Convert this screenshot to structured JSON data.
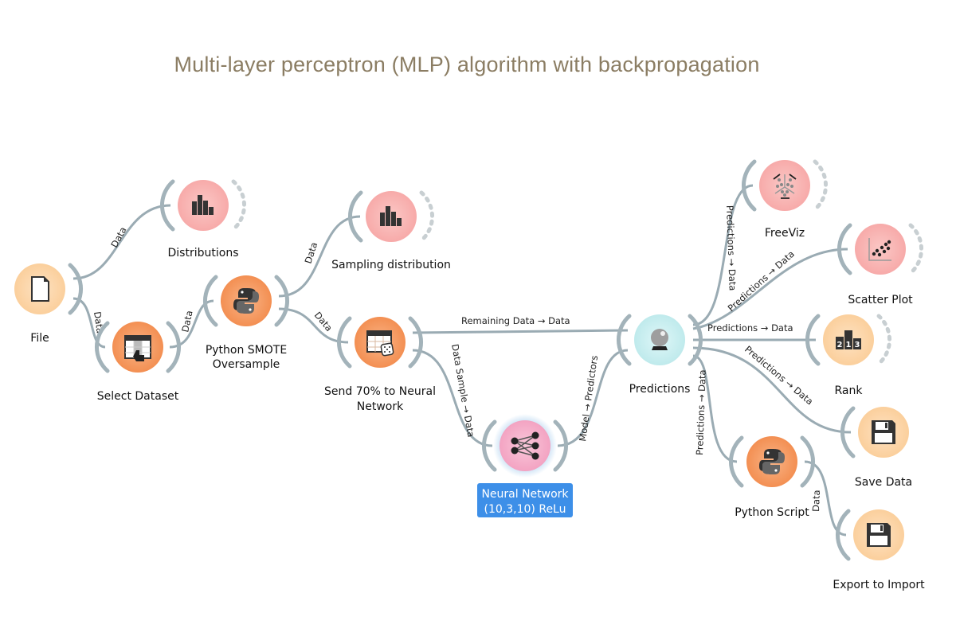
{
  "title": "Multi-layer perceptron (MLP) algorithm with backpropagation",
  "colors": {
    "title": "#8b7d63",
    "data_widget": "#fbd3a6",
    "transform_widget": "#f69a5e",
    "visualize_widget": "#f9b5b5",
    "model_widget": "#f6b0cc",
    "evaluate_widget": "#c7eef0",
    "link": "#9aabb3",
    "selection": "#3d8fe8"
  },
  "nodes": [
    {
      "id": "file",
      "label": [
        "File"
      ],
      "icon": "file-icon",
      "category": "data_widget"
    },
    {
      "id": "distributions",
      "label": [
        "Distributions"
      ],
      "icon": "bar-chart-icon",
      "category": "visualize_widget"
    },
    {
      "id": "select_dataset",
      "label": [
        "Select Dataset"
      ],
      "icon": "table-select-icon",
      "category": "transform_widget"
    },
    {
      "id": "python_smote",
      "label": [
        "Python SMOTE",
        "Oversample"
      ],
      "icon": "python-icon",
      "category": "transform_widget"
    },
    {
      "id": "sampling_distribution",
      "label": [
        "Sampling distribution"
      ],
      "icon": "bar-chart-icon",
      "category": "visualize_widget"
    },
    {
      "id": "send_70",
      "label": [
        "Send 70% to Neural",
        "Network"
      ],
      "icon": "data-sampler-icon",
      "category": "transform_widget"
    },
    {
      "id": "neural_network",
      "label": [
        "Neural Network",
        "(10,3,10) ReLu"
      ],
      "icon": "neural-network-icon",
      "category": "model_widget",
      "selected": true
    },
    {
      "id": "predictions",
      "label": [
        "Predictions"
      ],
      "icon": "crystal-ball-icon",
      "category": "evaluate_widget"
    },
    {
      "id": "freeviz",
      "label": [
        "FreeViz"
      ],
      "icon": "freeviz-icon",
      "category": "visualize_widget"
    },
    {
      "id": "scatter_plot",
      "label": [
        "Scatter Plot"
      ],
      "icon": "scatter-plot-icon",
      "category": "visualize_widget"
    },
    {
      "id": "rank",
      "label": [
        "Rank"
      ],
      "icon": "rank-podium-icon",
      "category": "data_widget"
    },
    {
      "id": "save_data",
      "label": [
        "Save Data"
      ],
      "icon": "floppy-disk-icon",
      "category": "data_widget"
    },
    {
      "id": "python_script",
      "label": [
        "Python Script"
      ],
      "icon": "python-icon",
      "category": "transform_widget"
    },
    {
      "id": "export_to_import",
      "label": [
        "Export to Import"
      ],
      "icon": "floppy-disk-icon",
      "category": "data_widget"
    }
  ],
  "links": [
    {
      "from": "file",
      "to": "distributions",
      "label": "Data"
    },
    {
      "from": "file",
      "to": "select_dataset",
      "label": "Data"
    },
    {
      "from": "select_dataset",
      "to": "python_smote",
      "label": "Data"
    },
    {
      "from": "python_smote",
      "to": "sampling_distribution",
      "label": "Data"
    },
    {
      "from": "python_smote",
      "to": "send_70",
      "label": "Data"
    },
    {
      "from": "send_70",
      "to": "predictions",
      "label": "Remaining Data → Data"
    },
    {
      "from": "send_70",
      "to": "neural_network",
      "label": "Data Sample → Data"
    },
    {
      "from": "neural_network",
      "to": "predictions",
      "label": "Model → Predictors"
    },
    {
      "from": "predictions",
      "to": "freeviz",
      "label": "Predictions → Data"
    },
    {
      "from": "predictions",
      "to": "scatter_plot",
      "label": "Predictions → Data"
    },
    {
      "from": "predictions",
      "to": "rank",
      "label": "Predictions → Data"
    },
    {
      "from": "predictions",
      "to": "save_data",
      "label": "Predictions → Data"
    },
    {
      "from": "predictions",
      "to": "python_script",
      "label": "Predictions → Data"
    },
    {
      "from": "python_script",
      "to": "export_to_import",
      "label": "Data"
    }
  ]
}
